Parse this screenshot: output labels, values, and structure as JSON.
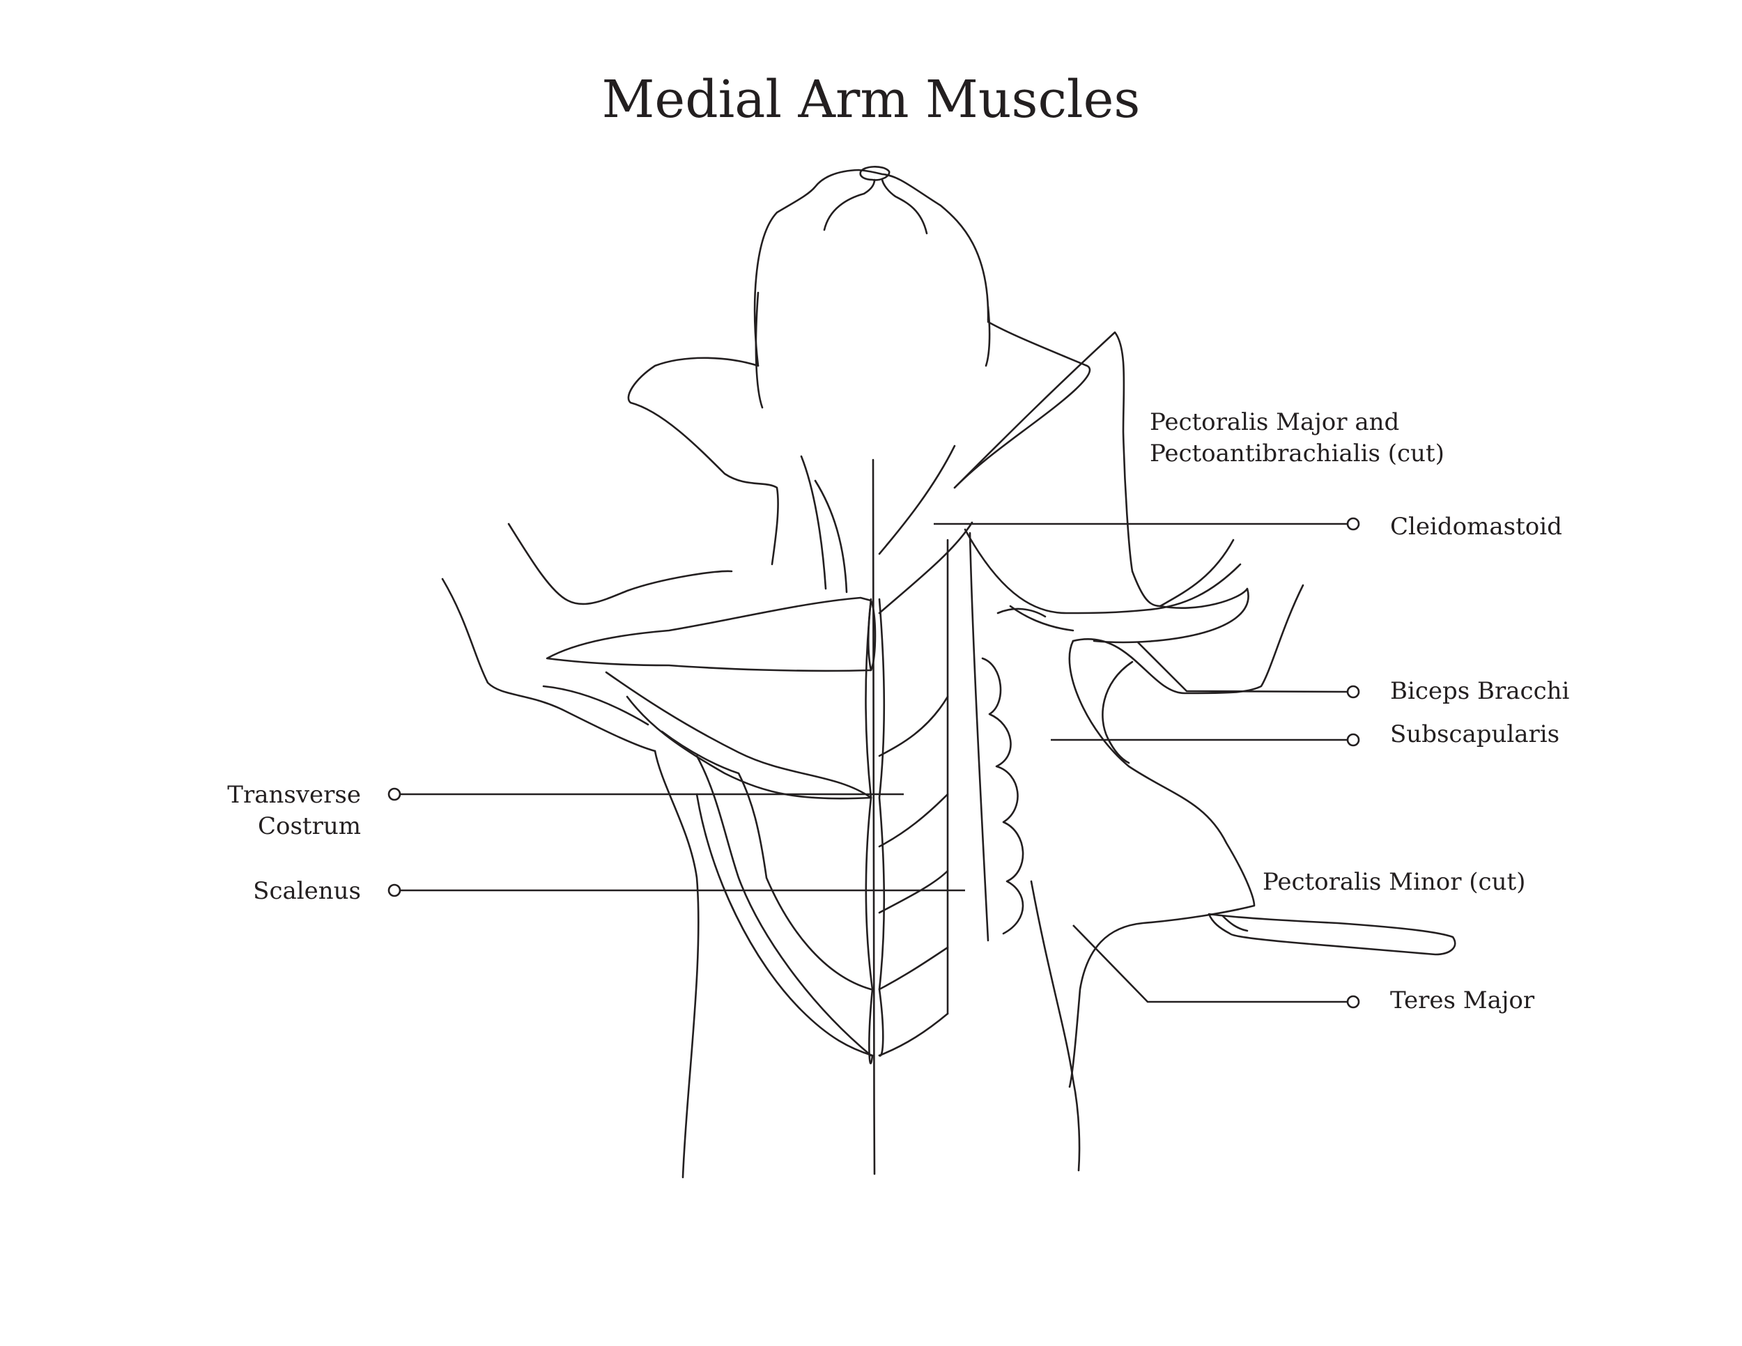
{
  "title": "Medial Arm Muscles",
  "labels": {
    "pectoralis_major_line1": "Pectoralis Major and",
    "pectoralis_major_line2": "Pectoantibrachialis (cut)",
    "cleidomastoid": "Cleidomastoid",
    "biceps": "Biceps Bracchi",
    "subscapularis": "Subscapularis",
    "transverse_line1": "Transverse",
    "transverse_line2": "Costrum",
    "scalenus": "Scalenus",
    "pectoralis_minor": "Pectoralis Minor (cut)",
    "teres_major": "Teres Major"
  },
  "colors": {
    "ink": "#231f20",
    "background": "#ffffff"
  }
}
